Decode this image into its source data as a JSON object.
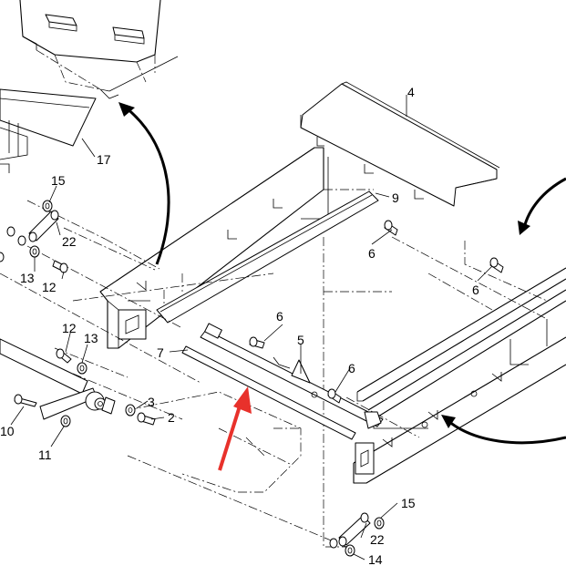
{
  "diagram": {
    "callouts": [
      {
        "id": "c4",
        "text": "4"
      },
      {
        "id": "c9",
        "text": "9"
      },
      {
        "id": "c6a",
        "text": "6"
      },
      {
        "id": "c17",
        "text": "17"
      },
      {
        "id": "c15a",
        "text": "15"
      },
      {
        "id": "c22a",
        "text": "22"
      },
      {
        "id": "c13a",
        "text": "13"
      },
      {
        "id": "c12a",
        "text": "12"
      },
      {
        "id": "c6b",
        "text": "6"
      },
      {
        "id": "c6c",
        "text": "6"
      },
      {
        "id": "c5",
        "text": "5"
      },
      {
        "id": "c7",
        "text": "7"
      },
      {
        "id": "c12b",
        "text": "12"
      },
      {
        "id": "c13b",
        "text": "13"
      },
      {
        "id": "c6d",
        "text": "6"
      },
      {
        "id": "c3",
        "text": "3"
      },
      {
        "id": "c2",
        "text": "2"
      },
      {
        "id": "c10",
        "text": "10"
      },
      {
        "id": "c11",
        "text": "11"
      },
      {
        "id": "c15b",
        "text": "15"
      },
      {
        "id": "c22b",
        "text": "22"
      },
      {
        "id": "c14",
        "text": "14"
      }
    ],
    "highlight_arrow_color": "#e8312b"
  }
}
